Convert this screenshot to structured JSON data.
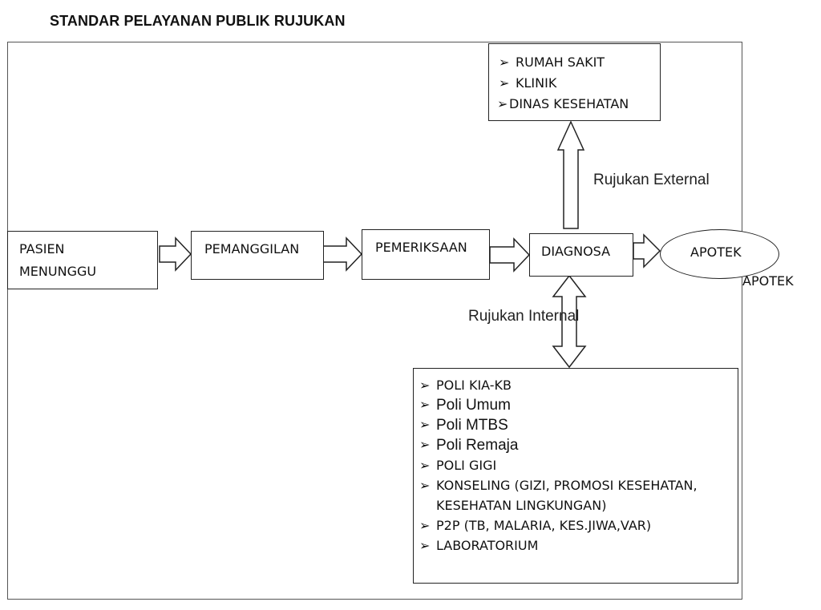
{
  "title": "STANDAR PELAYANAN PUBLIK RUJUKAN",
  "nodes": {
    "pasien": {
      "line1": "PASIEN",
      "line2": "MENUNGGU"
    },
    "pemanggilan": "PEMANGGILAN",
    "pemeriksaan": "PEMERIKSAAN",
    "diagnosa": "DIAGNOSA",
    "apotek": "APOTEK",
    "apotek_caption": "APOTEK"
  },
  "external": {
    "label": "Rujukan External",
    "items": [
      "RUMAH SAKIT",
      "KLINIK",
      "DINAS KESEHATAN"
    ]
  },
  "internal": {
    "label": "Rujukan Internal",
    "items": [
      "POLI KIA-KB",
      "Poli Umum",
      "Poli MTBS",
      "Poli Remaja",
      "POLI GIGI",
      "KONSELING (GIZI, PROMOSI KESEHATAN,",
      "KESEHATAN LINGKUNGAN)",
      "P2P (TB, MALARIA, KES.JIWA,VAR)",
      "LABORATORIUM"
    ]
  },
  "bullet": "➢"
}
